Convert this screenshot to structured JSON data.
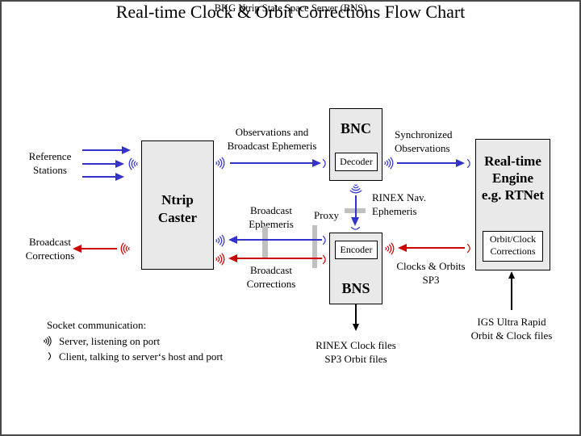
{
  "title": "Real-time Clock & Orbit Corrections Flow Chart",
  "subtitle": "BKG Ntrip State Space Server  (BNS)",
  "colors": {
    "arrow_blue": "#3333cc",
    "arrow_red": "#cc0000",
    "arrow_black": "#000000",
    "box_fill": "#e9e9e9",
    "proxy_gray": "#c0c0c0",
    "frame_border": "#4a4a4a"
  },
  "boxes": {
    "ntrip_caster": {
      "lines": [
        "Ntrip",
        "Caster"
      ]
    },
    "bnc": {
      "label": "BNC",
      "sub": "Decoder"
    },
    "bns": {
      "label": "BNS",
      "sub": "Encoder"
    },
    "rt_engine": {
      "lines": [
        "Real-time",
        "Engine",
        "e.g. RTNet"
      ],
      "sub_lines": [
        "Orbit/Clock",
        "Corrections"
      ]
    }
  },
  "labels": {
    "reference_stations": [
      "Reference",
      "Stations"
    ],
    "broadcast_corrections_left": [
      "Broadcast",
      "Corrections"
    ],
    "observations": [
      "Observations and",
      "Broadcast Ephemeris"
    ],
    "synchronized": [
      "Synchronized",
      "Observations"
    ],
    "rinex_nav": [
      "RINEX Nav.",
      "Ephemeris"
    ],
    "broadcast_ephemeris_mid": [
      "Broadcast",
      "Ephemeris"
    ],
    "proxy": "Proxy",
    "broadcast_corrections_mid": [
      "Broadcast",
      "Corrections"
    ],
    "clocks_orbits": [
      "Clocks & Orbits",
      "SP3"
    ],
    "rinex_files": [
      "RINEX Clock files",
      "SP3 Orbit files"
    ],
    "igs": [
      "IGS Ultra Rapid",
      "Orbit & Clock files"
    ]
  },
  "legend": {
    "title": "Socket communication:",
    "server": "Server, listening on port",
    "client": "Client, talking to server‘s host and port"
  }
}
